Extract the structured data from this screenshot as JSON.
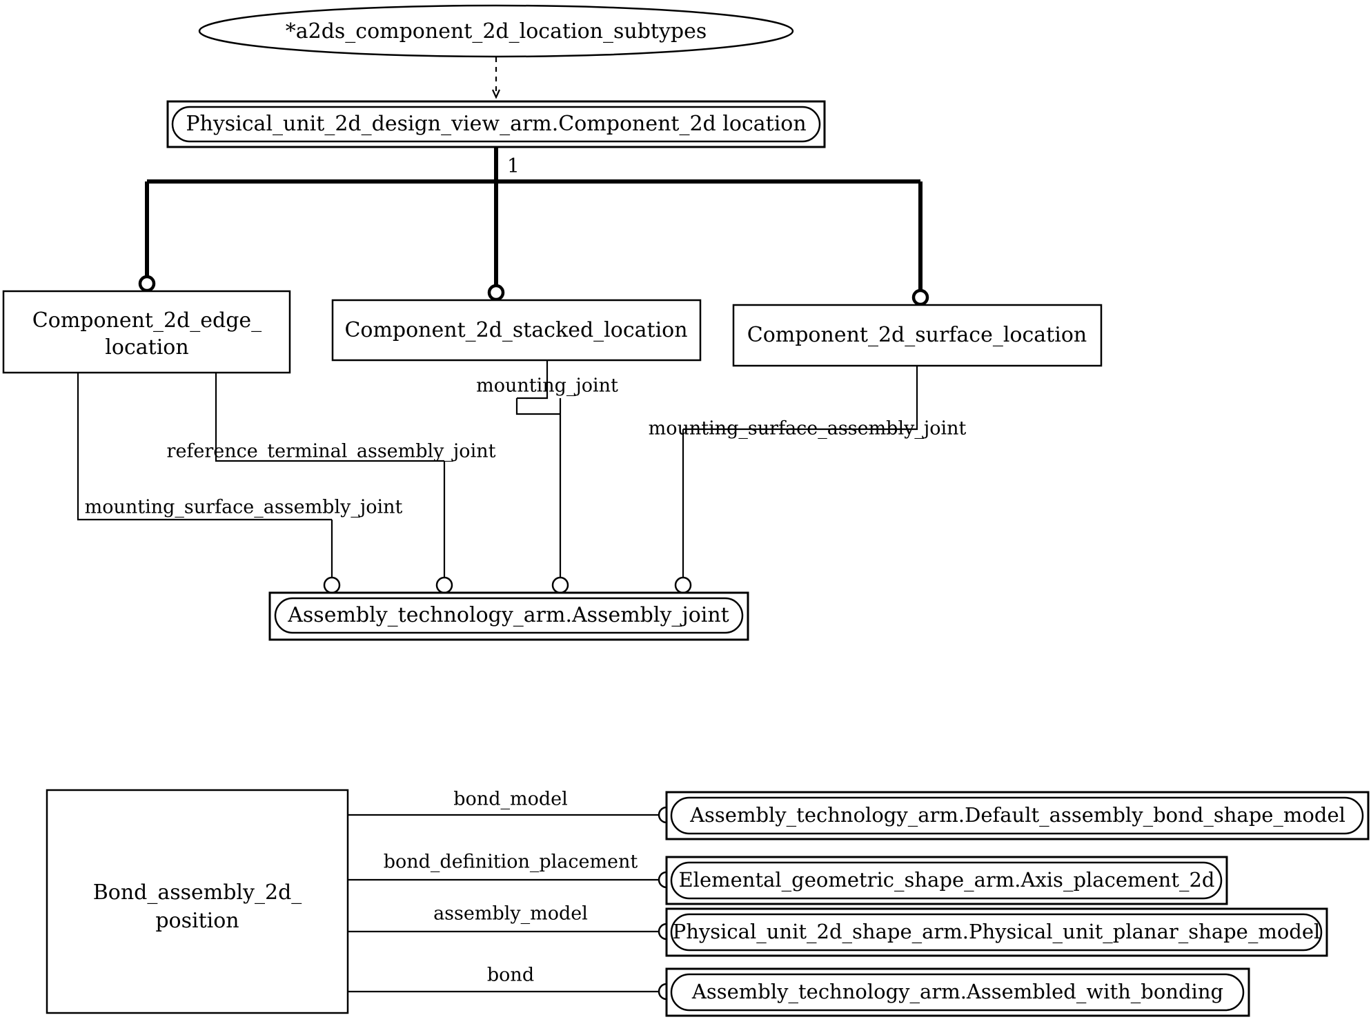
{
  "diagram": {
    "type": "express-g",
    "title_ellipse": {
      "label": "*a2ds_component_2d_location_subtypes"
    },
    "upper": {
      "root_entity": {
        "label": "Physical_unit_2d_design_view_arm.Component_2d location",
        "style": "rounded-in-rect"
      },
      "cardinality": "1",
      "subtypes": [
        {
          "label_line1": "Component_2d_edge_",
          "label_line2": "location",
          "style": "rect"
        },
        {
          "label_line1": "Component_2d_stacked_location",
          "label_line2": "",
          "style": "rect"
        },
        {
          "label_line1": "Component_2d_surface_location",
          "label_line2": "",
          "style": "rect"
        }
      ],
      "attributes": [
        {
          "label": "mounting_joint",
          "from": "Component_2d_stacked_location"
        },
        {
          "label": "mounting_surface_assembly_joint",
          "from": "Component_2d_surface_location"
        },
        {
          "label": "reference_terminal_assembly_joint",
          "from": "Component_2d_edge_location"
        },
        {
          "label": "mounting_surface_assembly_joint",
          "from": "Component_2d_edge_location"
        }
      ],
      "target_entity": {
        "label": "Assembly_technology_arm.Assembly_joint",
        "style": "rounded-in-rect"
      }
    },
    "lower": {
      "source_entity": {
        "label_line1": "Bond_assembly_2d_",
        "label_line2": "position",
        "style": "rect"
      },
      "relations": [
        {
          "attribute": "bond_model",
          "target": "Assembly_technology_arm.Default_assembly_bond_shape_model"
        },
        {
          "attribute": "bond_definition_placement",
          "target": "Elemental_geometric_shape_arm.Axis_placement_2d"
        },
        {
          "attribute": "assembly_model",
          "target": "Physical_unit_2d_shape_arm.Physical_unit_planar_shape_model"
        },
        {
          "attribute": "bond",
          "target": "Assembly_technology_arm.Assembled_with_bonding"
        }
      ]
    },
    "colors": {
      "stroke": "#000000",
      "fill": "#ffffff"
    }
  }
}
